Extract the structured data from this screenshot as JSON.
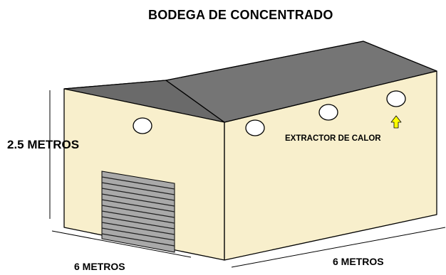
{
  "title": "BODEGA DE CONCENTRADO",
  "dimensions": {
    "height": "2.5 METROS",
    "width_front": "6 METROS",
    "width_side": "6 METROS"
  },
  "extractor": {
    "label": "EXTRACTOR DE CALOR",
    "count": 4
  },
  "colors": {
    "wall": "#f8efcc",
    "roof": "#707070",
    "door": "#a9a9a9",
    "arrow": "#ffff00",
    "outline": "#000000"
  }
}
